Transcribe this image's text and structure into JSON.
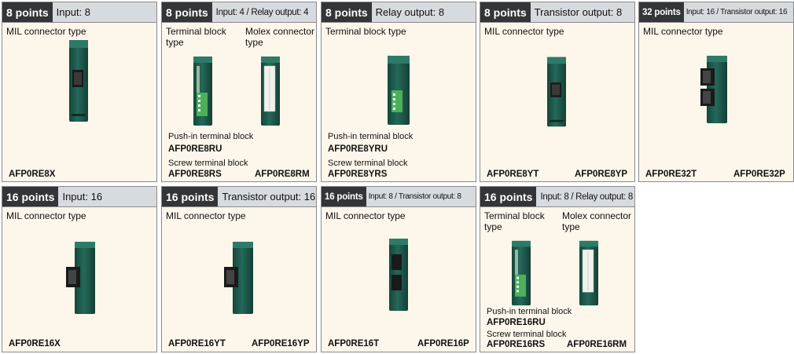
{
  "cards": [
    {
      "points": "8 points",
      "spec": "Input: 8",
      "type": "MIL connector type",
      "model": "AFP0RE8X"
    },
    {
      "points": "8 points",
      "spec": "Input: 4 / Relay output: 4",
      "type_left": "Terminal block\ntype",
      "type_right": "Molex connector\ntype",
      "push_in_label": "Push-in terminal block",
      "push_in_model": "AFP0RE8RU",
      "screw_label": "Screw terminal block",
      "screw_model": "AFP0RE8RS",
      "model_right": "AFP0RE8RM"
    },
    {
      "points": "8 points",
      "spec": "Relay output: 8",
      "type": "Terminal block type",
      "push_in_label": "Push-in terminal block",
      "push_in_model": "AFP0RE8YRU",
      "screw_label": "Screw terminal block",
      "screw_model": "AFP0RE8YRS"
    },
    {
      "points": "8 points",
      "spec": "Transistor output: 8",
      "type": "MIL connector type",
      "model_left": "AFP0RE8YT",
      "model_right": "AFP0RE8YP"
    },
    {
      "points": "32 points",
      "spec": "Input: 16 / Transistor output: 16",
      "type": "MIL connector type",
      "model_left": "AFP0RE32T",
      "model_right": "AFP0RE32P"
    },
    {
      "points": "16 points",
      "spec": "Input: 16",
      "type": "MIL connector type",
      "model": "AFP0RE16X"
    },
    {
      "points": "16 points",
      "spec": "Transistor output: 16",
      "type": "MIL connector type",
      "model_left": "AFP0RE16YT",
      "model_right": "AFP0RE16YP"
    },
    {
      "points": "16 points",
      "spec": "Input: 8 / Transistor output: 8",
      "type": "MIL connector type",
      "model_left": "AFP0RE16T",
      "model_right": "AFP0RE16P"
    },
    {
      "points": "16 points",
      "spec": "Input: 8 / Relay output: 8",
      "type_left": "Terminal block\ntype",
      "type_right": "Molex connector\ntype",
      "push_in_label": "Push-in terminal block",
      "push_in_model": "AFP0RE16RU",
      "screw_label": "Screw terminal block",
      "screw_model": "AFP0RE16RS",
      "model_right": "AFP0RE16RM"
    }
  ],
  "colors": {
    "module_body": "#1f5a4a",
    "module_dark": "#143d33",
    "terminal_green": "#4caf5a",
    "header_dark": "#333638",
    "header_light": "#d6dbe0",
    "card_bg": "#fdf6ea"
  }
}
